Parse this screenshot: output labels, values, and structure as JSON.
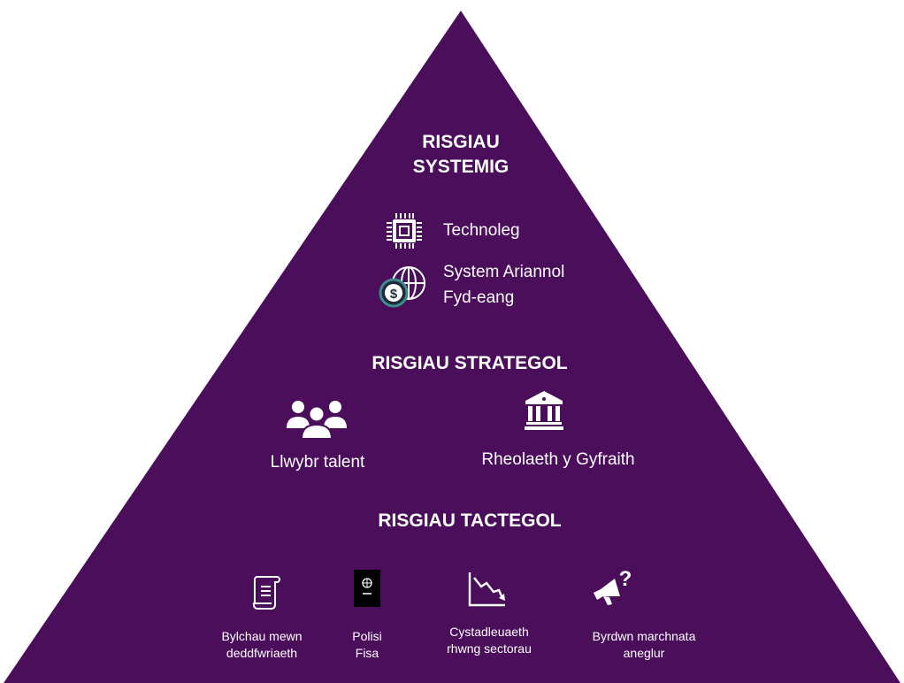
{
  "colors": {
    "pyramid": "#4a0e5b",
    "text": "#ffffff",
    "background": "#ffffff"
  },
  "systemic": {
    "title_line1": "RISGIAU",
    "title_line2": "SYSTEMIG",
    "items": [
      {
        "label": "Technoleg",
        "icon": "cpu-chip-icon"
      },
      {
        "label_line1": "System Ariannol",
        "label_line2": "Fyd-eang",
        "icon": "globe-dollar-icon"
      }
    ]
  },
  "strategic": {
    "title": "RISGIAU STRATEGOL",
    "items": [
      {
        "label": "Llwybr talent",
        "icon": "people-group-icon"
      },
      {
        "label": "Rheolaeth y Gyfraith",
        "icon": "courthouse-icon"
      }
    ]
  },
  "tactical": {
    "title": "RISGIAU TACTEGOL",
    "items": [
      {
        "line1": "Bylchau mewn",
        "line2": "deddfwriaeth",
        "icon": "scroll-document-icon"
      },
      {
        "line1": "Polisi",
        "line2": "Fisa",
        "icon": "passport-icon"
      },
      {
        "line1": "Cystadleuaeth",
        "line2": "rhwng sectorau",
        "icon": "declining-chart-icon"
      },
      {
        "line1": "Byrdwn marchnata",
        "line2": "aneglur",
        "icon": "megaphone-question-icon"
      }
    ]
  }
}
